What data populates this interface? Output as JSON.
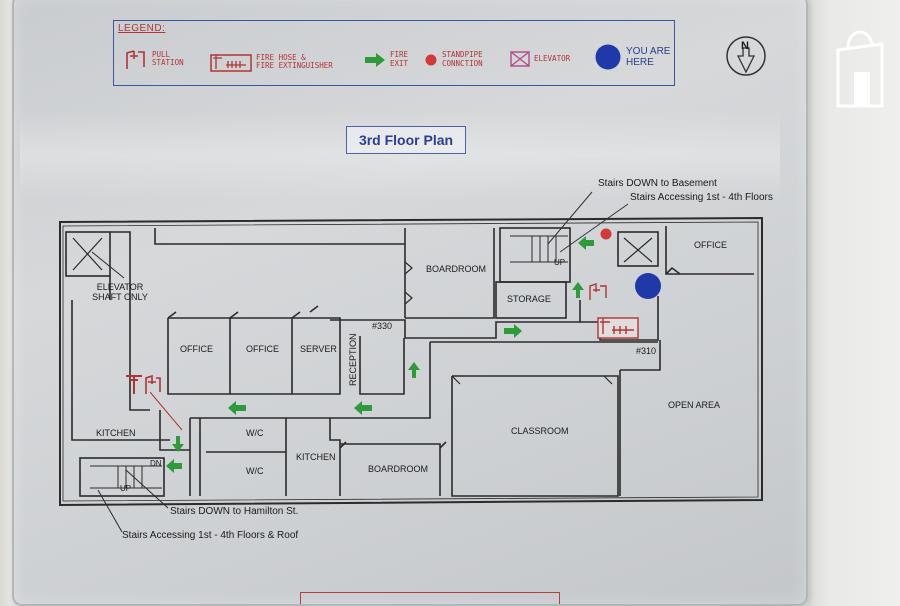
{
  "legend": {
    "title": "LEGEND:",
    "items": [
      {
        "label": "PULL\nSTATION",
        "icon": "pull-station-icon"
      },
      {
        "label": "FIRE HOSE &\nFIRE EXTINGUISHER",
        "icon": "fire-hose-extinguisher-icon"
      },
      {
        "label": "FIRE\nEXIT",
        "icon": "fire-exit-arrow-icon"
      },
      {
        "label": "STANDPIPE\nCONNCTION",
        "icon": "standpipe-connection-icon"
      },
      {
        "label": "ELEVATOR",
        "icon": "elevator-icon"
      },
      {
        "label": "YOU ARE\nHERE",
        "icon": "you-are-here-icon"
      }
    ]
  },
  "compass": {
    "label": "N",
    "icon": "north-arrow-icon"
  },
  "floor_title": "3rd Floor Plan",
  "rooms": {
    "elevator_shaft": "ELEVATOR\nSHAFT ONLY",
    "boardroom_top": "BOARDROOM",
    "storage": "STORAGE",
    "office_right": "OFFICE",
    "office_1": "OFFICE",
    "office_2": "OFFICE",
    "server": "SERVER",
    "reception": "RECEPTION",
    "suite_330": "#330",
    "suite_310": "#310",
    "open_area": "OPEN AREA",
    "classroom": "CLASSROOM",
    "kitchen_left": "KITCHEN",
    "wc_1": "W/C",
    "wc_2": "W/C",
    "kitchen_mid": "KITCHEN",
    "boardroom_bottom": "BOARDROOM",
    "stair_up_right": "UP",
    "stair_up_left": "UP",
    "stair_dn_left": "DN"
  },
  "annotations": {
    "stairs_down_basement": "Stairs DOWN to Basement",
    "stairs_accessing_right": "Stairs Accessing 1st - 4th Floors",
    "stairs_down_hamilton": "Stairs DOWN to Hamilton St.",
    "stairs_accessing_left": "Stairs Accessing 1st - 4th Floors & Roof"
  },
  "colors": {
    "wall": "#2b2b2b",
    "legend_red": "#b13434",
    "legend_blue": "#2a3f8f",
    "exit_green": "#2e9a3a",
    "standpipe_red": "#d23a3a",
    "you_are_here": "#1f3aa8",
    "elevator_pink": "#b04a8a"
  }
}
